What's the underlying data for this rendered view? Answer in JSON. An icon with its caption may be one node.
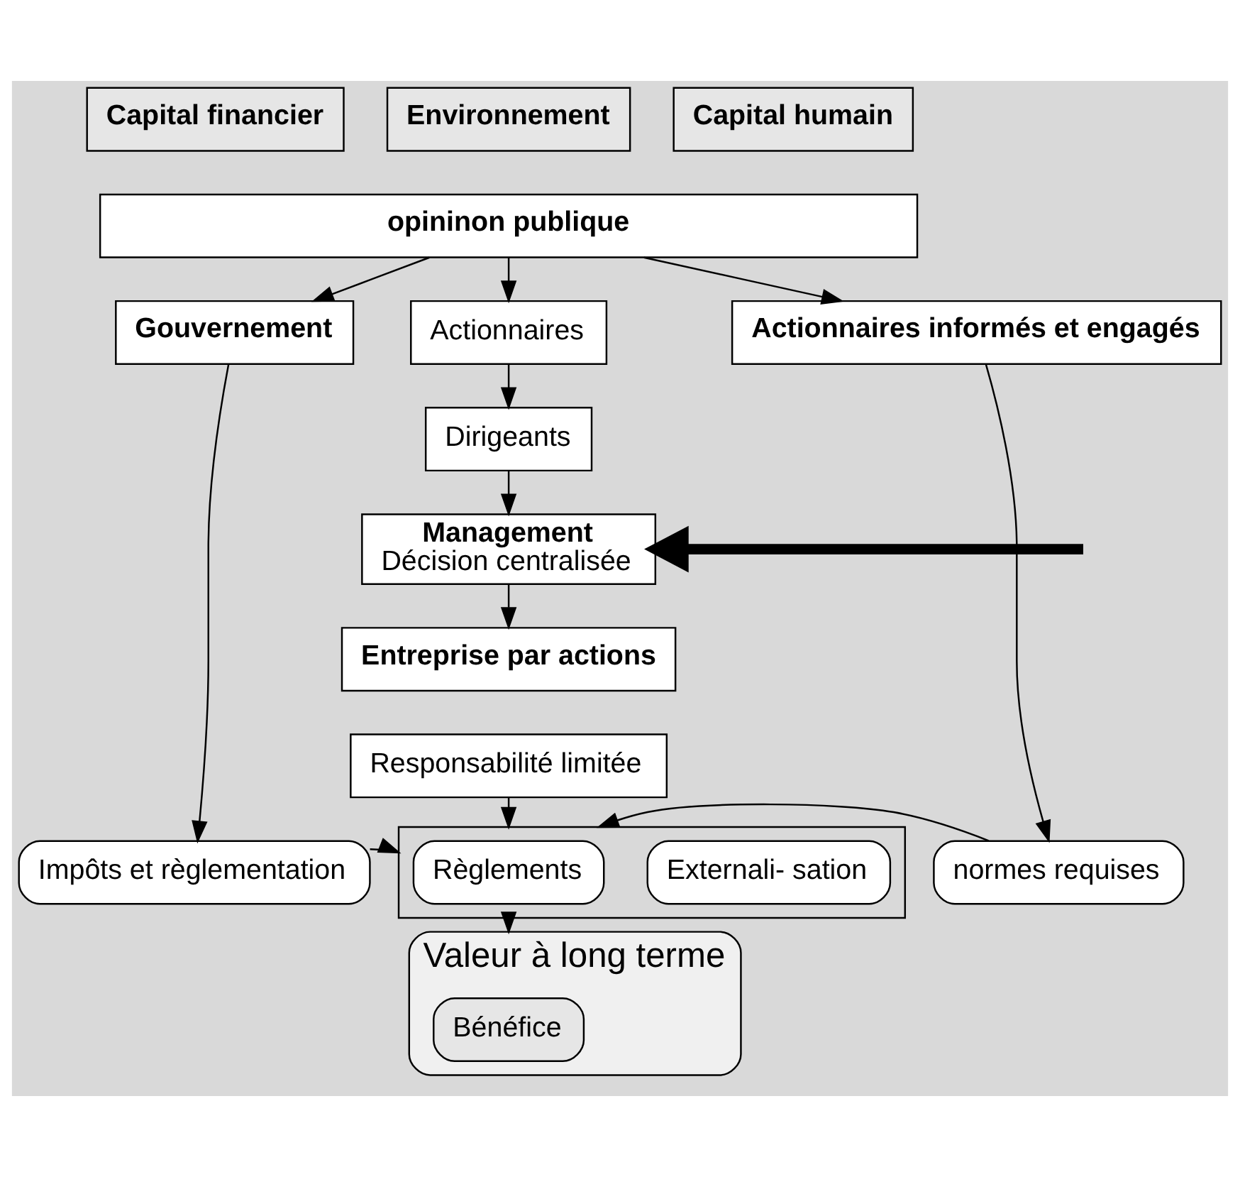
{
  "diagram": {
    "nodes": [
      {
        "text": [
          "Capital financier"
        ]
      },
      {
        "text": [
          "Environnement"
        ]
      },
      {
        "text": [
          "Capital humain"
        ]
      },
      {
        "text": [
          "opininon publique"
        ]
      },
      {
        "text": [
          "Gouvernement"
        ]
      },
      {
        "text": [
          "Actionnaires"
        ]
      },
      {
        "text": [
          "Actionnaires informés et engagés"
        ]
      },
      {
        "text": [
          "Dirigeants"
        ]
      },
      {
        "text": [
          "Management",
          "Décision centralisée"
        ]
      },
      {
        "text": [
          "Entreprise par actions"
        ]
      },
      {
        "text": [
          "Responsabilité limitée"
        ]
      },
      {
        "text": [
          "Impôts et règlementation"
        ]
      },
      {
        "text": [],
        "shape": "box"
      },
      {
        "text": [
          "Règlements"
        ],
        "in": 12
      },
      {
        "text": [
          "Externali- sation"
        ],
        "in": 12
      },
      {
        "text": [
          "normes requises"
        ]
      },
      {
        "text": [
          "Valeur à long terme"
        ]
      },
      {
        "text": [
          "Bénéfice"
        ],
        "in": 16
      }
    ],
    "edges": [
      {
        "from": 3,
        "to": 4,
        "arrow": "to"
      },
      {
        "from": 3,
        "to": 5,
        "arrow": "to"
      },
      {
        "from": 3,
        "to": 6,
        "arrow": "to"
      },
      {
        "from": 5,
        "to": 7,
        "arrow": "to"
      },
      {
        "from": 7,
        "to": 8,
        "arrow": "to"
      },
      {
        "from": null,
        "to": 8,
        "arrow": "to",
        "style": "thick"
      },
      {
        "from": 8,
        "to": 9,
        "arrow": "to"
      },
      {
        "from": 4,
        "to": 11,
        "arrow": "to"
      },
      {
        "from": 6,
        "to": 15,
        "arrow": "to"
      },
      {
        "from": 10,
        "to": 12,
        "arrow": "to"
      },
      {
        "from": 11,
        "to": 12,
        "arrow": "to"
      },
      {
        "from": 15,
        "to": 12,
        "arrow": "to"
      },
      {
        "from": 12,
        "to": 16,
        "arrow": "to"
      }
    ]
  }
}
